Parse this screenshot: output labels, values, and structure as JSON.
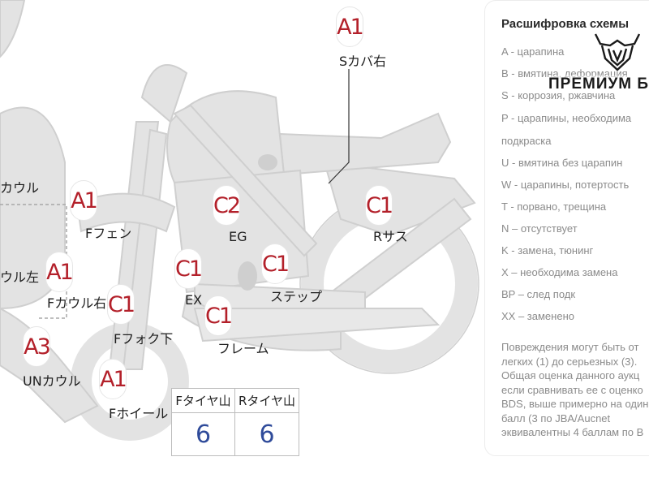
{
  "diagram": {
    "labels": [
      {
        "id": "s-cover-right",
        "code": "A1",
        "text": "Sカバ右"
      },
      {
        "id": "cowl",
        "code": "",
        "text": "カウル"
      },
      {
        "id": "f-fender",
        "code": "A1",
        "text": "Fフェン"
      },
      {
        "id": "engine",
        "code": "C2",
        "text": "EG"
      },
      {
        "id": "r-suspension",
        "code": "C1",
        "text": "Rサス"
      },
      {
        "id": "cowl-left",
        "code": "",
        "text": "ウル左"
      },
      {
        "id": "f-cowl-right",
        "code": "A1",
        "text": "Fカウル右"
      },
      {
        "id": "exhaust",
        "code": "C1",
        "text": "EX"
      },
      {
        "id": "step",
        "code": "C1",
        "text": "ステップ"
      },
      {
        "id": "f-fork-lower",
        "code": "C1",
        "text": "Fフォク下"
      },
      {
        "id": "frame",
        "code": "C1",
        "text": "フレーム"
      },
      {
        "id": "under-cowl",
        "code": "A3",
        "text": "UNカウル"
      },
      {
        "id": "f-wheel",
        "code": "A1",
        "text": "Fホイール"
      }
    ],
    "tire_table": {
      "headers": [
        "Fタイヤ山",
        "Rタイヤ山"
      ],
      "values": [
        "6",
        "6"
      ]
    },
    "colors": {
      "silhouette": "#e3e3e3",
      "outline": "#c9c9c9",
      "mark": "#b3202a",
      "tire_value": "#2f4b9a"
    }
  },
  "legend": {
    "title": "Расшифровка схемы",
    "items": [
      "A - царапина",
      "B - вмятина, деформация",
      "S - коррозия, ржавчина",
      "P - царапины, необходима",
      "подкраска",
      "U - вмятина без царапин",
      "W - царапины, потертость",
      "T - порвано, трещина",
      "N – отсутствует",
      "K - замена, тюнинг",
      "X – необходима замена",
      "BP – след подк",
      "XX – заменено"
    ],
    "note": "Повреждения могут быть от\nлегких (1) до серьезных (3).\nОбщая оценка данного аукц\nесли сравнивать ее с оценко\nBDS, выше примерно на один\nбалл (3 по JBA/Aucnet\nэквивалентны 4 баллам по B"
  },
  "brand": {
    "name": "ПРЕМИУМ Б",
    "logo_icon": "bull-head-icon"
  }
}
